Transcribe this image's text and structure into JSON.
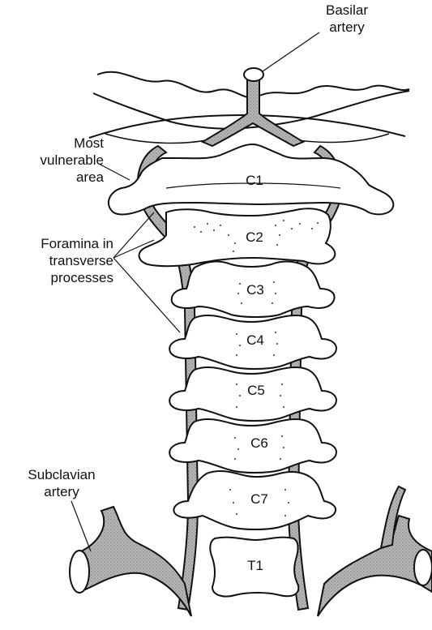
{
  "labels": {
    "basilar": [
      "Basilar",
      "artery"
    ],
    "vulnerable": [
      "Most",
      "vulnerable",
      "area"
    ],
    "foramina": [
      "Foramina in",
      "transverse",
      "processes"
    ],
    "subclavian": [
      "Subclavian",
      "artery"
    ]
  },
  "vertebrae": [
    "C1",
    "C2",
    "C3",
    "C4",
    "C5",
    "C6",
    "C7",
    "T1"
  ],
  "colors": {
    "artery_fill": "#a9a9a9",
    "bone_fill": "#ffffff",
    "stroke": "#111111"
  }
}
